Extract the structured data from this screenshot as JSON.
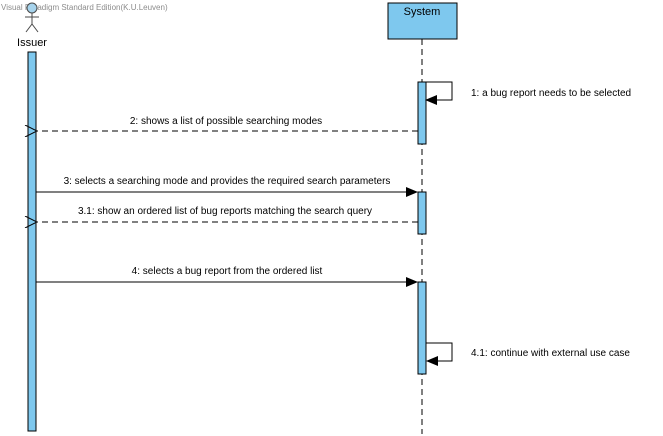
{
  "watermark": "Visual Paradigm Standard Edition(K.U.Leuven)",
  "actor": {
    "name": "Issuer",
    "icon": "stick-figure-icon"
  },
  "system": {
    "name": "System"
  },
  "colors": {
    "lifeline_fill": "#7ec8ee",
    "lifeline_stroke": "#000000",
    "arrow": "#000000"
  },
  "messages": [
    {
      "label": "1: a bug report needs to be selected",
      "kind": "self",
      "from": "System",
      "to": "System"
    },
    {
      "label": "2: shows a list of possible searching modes",
      "kind": "return",
      "from": "System",
      "to": "Issuer"
    },
    {
      "label": "3: selects a searching mode and provides the required search parameters",
      "kind": "call",
      "from": "Issuer",
      "to": "System"
    },
    {
      "label": "3.1: show an ordered list of bug reports matching the search query",
      "kind": "return",
      "from": "System",
      "to": "Issuer"
    },
    {
      "label": "4: selects a bug report from the ordered list",
      "kind": "call",
      "from": "Issuer",
      "to": "System"
    },
    {
      "label": "4.1: continue with external use case",
      "kind": "self",
      "from": "System",
      "to": "System"
    }
  ]
}
